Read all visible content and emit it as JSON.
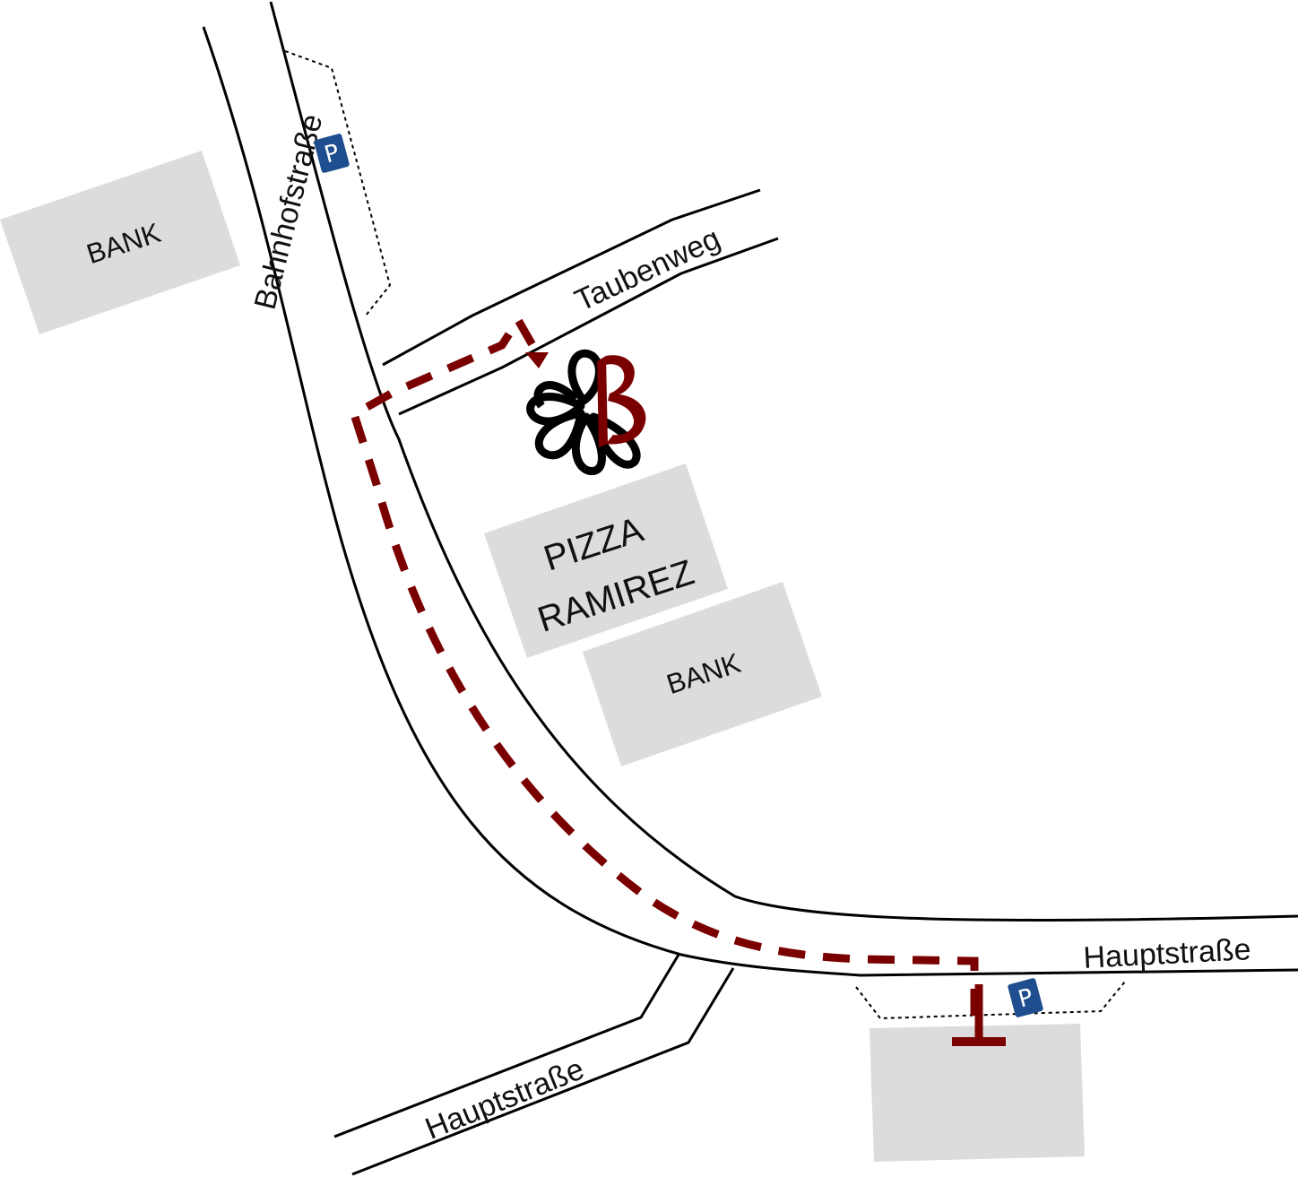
{
  "colors": {
    "road_outline": "#000000",
    "building_fill": "#dcdcdc",
    "route": "#7a0000",
    "parking_sign": "#1e4e8f",
    "logo_black": "#000000",
    "logo_accent": "#7a0000"
  },
  "streets": {
    "bahnhofstrasse": "Bahnhofstraße",
    "taubenweg": "Taubenweg",
    "hauptstrasse_east": "Hauptstraße",
    "hauptstrasse_south": "Hauptstraße"
  },
  "buildings": {
    "bank_west": "BANK",
    "pizza_line1": "PIZZA",
    "pizza_line2": "RAMIREZ",
    "bank_east": "BANK"
  },
  "parking": {
    "north": "P",
    "south": "P"
  },
  "icons": {
    "destination": "flower-logo-icon",
    "parking": "parking-icon",
    "route_end": "route-end-marker-icon"
  }
}
